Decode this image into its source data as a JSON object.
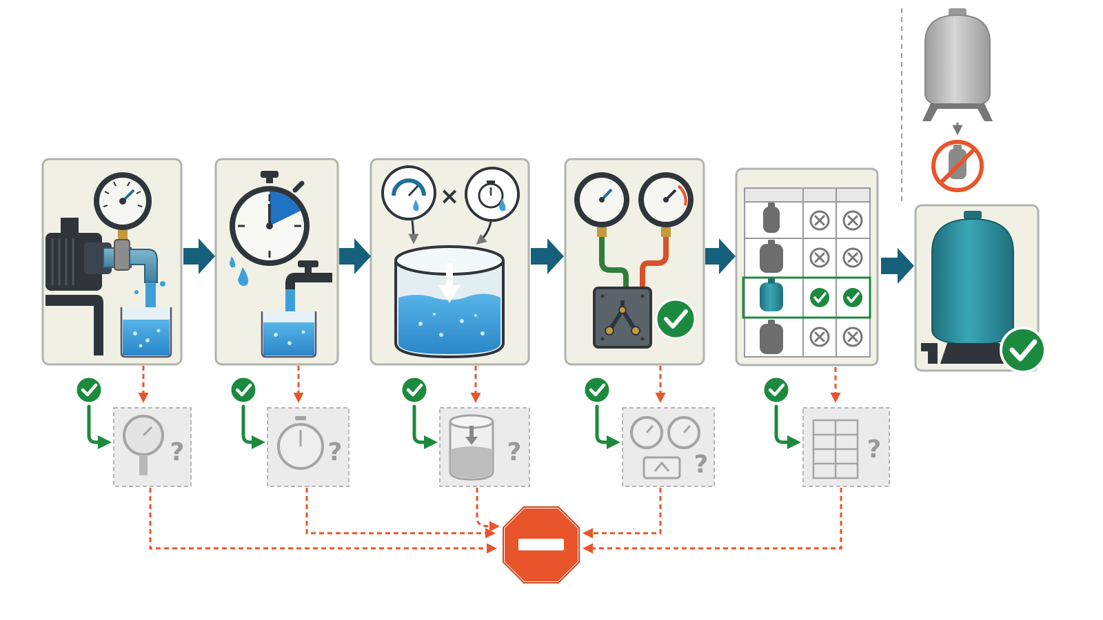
{
  "diagram": {
    "steps": [
      {
        "id": "pump-flow",
        "icon": "pump-faucet-beaker-icon",
        "check": "check-icon",
        "ghost_icon": "gauge-icon"
      },
      {
        "id": "timed-draw",
        "icon": "stopwatch-faucet-icon",
        "check": "check-icon",
        "ghost_icon": "stopwatch-icon"
      },
      {
        "id": "drawdown-volume",
        "icon": "tank-volume-icon",
        "check": "check-icon",
        "ghost_icon": "tank-icon"
      },
      {
        "id": "pressure-switch",
        "icon": "pressure-switch-gauges-icon",
        "check": "check-icon",
        "ghost_icon": "dual-gauge-icon"
      },
      {
        "id": "size-table",
        "icon": "tank-size-table-icon",
        "check": "check-icon",
        "ghost_icon": "table-icon"
      }
    ],
    "ghost_marker": "?",
    "operator": "×",
    "result": {
      "icon": "pressure-tank-icon",
      "check": "check-icon"
    },
    "rejected": {
      "icon": "small-tank-icon",
      "badge": "no-icon"
    },
    "stop": {
      "icon": "stop-sign-icon"
    }
  },
  "colors": {
    "panel_fill": "#f1f0e5",
    "panel_stroke": "#aeb3ae",
    "flow_arrow": "#17607c",
    "success": "#1c8a3e",
    "fail": "#e8552b",
    "water": "#3e9fd8",
    "tank": "#2e8f9e",
    "steel": "#3a4148",
    "ghost": "#b5b5b5"
  }
}
